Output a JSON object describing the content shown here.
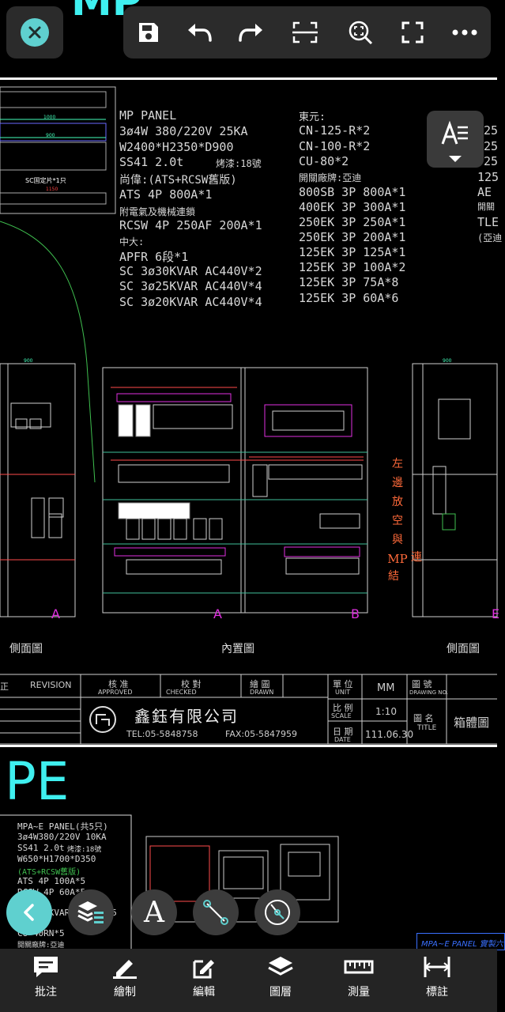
{
  "header_partial_title": "MP",
  "spec": {
    "left": [
      "MP PANEL",
      "3ø4W 380/220V 25KA",
      "W2400*H2350*D900",
      "SS41 2.0t",
      "尚偉:(ATS+RCSW舊版)",
      "ATS 4P 800A*1",
      "附電氣及機械連鎖",
      "RCSW 4P 250AF 200A*1",
      "中大:",
      "APFR 6段*1",
      "SC 3ø30KVAR AC440V*2",
      "SC 3ø25KVAR AC440V*4",
      "SC 3ø20KVAR AC440V*4"
    ],
    "thickness_note": "烤漆:18號",
    "right": [
      "東元:",
      "CN-125-R*2",
      "CN-100-R*2",
      "CU-80*2",
      "開關廠牌:亞迪",
      "800SB 3P 800A*1",
      "400EK 3P 300A*1",
      "250EK 3P 250A*1",
      "250EK 3P 200A*1",
      "125EK 3P 125A*1",
      "125EK 3P 100A*2",
      "125EK 3P 75A*8",
      "125EK 3P 60A*6"
    ],
    "far_right": [
      "25",
      "25",
      "25",
      "125",
      "AE",
      "開關",
      "TLE",
      "(亞迪"
    ]
  },
  "small_diagram": {
    "dim1": "1000",
    "dim2": "900",
    "label": "SC固定片*1只",
    "dim3": "1150"
  },
  "annotation_vertical": [
    "左",
    "邊",
    "放",
    "空",
    "與",
    "MP",
    "連",
    "結"
  ],
  "views": {
    "left_label": "側面圖",
    "center_label": "內置圖",
    "right_label": "側面圖",
    "dim_top": "900",
    "section_a": "A",
    "section_b": "B",
    "section_e": "E"
  },
  "title_block": {
    "revision": "REVISION",
    "zheng": "正",
    "approved_cn": "核 准",
    "approved_en": "APPROVED",
    "checked_cn": "校 對",
    "checked_en": "CHECKED",
    "drawn_cn": "繪 圖",
    "drawn_en": "DRAWN",
    "unit_cn": "單 位",
    "unit_en": "UNIT",
    "unit_val": "MM",
    "scale_cn": "比 例",
    "scale_en": "SCALE",
    "scale_val": "1:10",
    "date_cn": "日 期",
    "date_en": "DATE",
    "date_val": "111.06.30",
    "drawing_no_cn": "圖 號",
    "drawing_no_en": "DRAWING NO.",
    "title_cn": "圖 名",
    "title_en": "TITLE",
    "title_val": "箱體圖",
    "company": "鑫鈺有限公司",
    "tel": "TEL:05-5848758",
    "fax": "FAX:05-5847959"
  },
  "lower_sheet": {
    "big_title": "PE",
    "lines": [
      "MPA~E PANEL(共5只)",
      "3ø4W380/220V 10KA",
      "SS41 2.0t",
      "W650*H1700*D350",
      "(ATS+RCSW舊版)",
      "ATS 4P 100A*5",
      "RCSW 4P 60A*5",
      "SC 3ø5KVAR AC440V*5",
      "CU-40RN*5",
      "開關廠牌:亞迪"
    ],
    "thickness_note": "烤漆:18號",
    "caption": "MPA~E PANEL 實製六"
  },
  "toolbar": {
    "icons": [
      "save-icon",
      "undo-icon",
      "redo-icon",
      "scan-icon",
      "zoom-fit-icon",
      "fullscreen-icon",
      "more-icon"
    ]
  },
  "fab": {
    "back_icon": "chevron-left-icon",
    "items": [
      "layers-icon",
      "text-icon",
      "line-icon",
      "measure-icon"
    ],
    "text_glyph": "A"
  },
  "bottom_nav": [
    {
      "label": "批注",
      "icon": "comment-icon"
    },
    {
      "label": "繪制",
      "icon": "pencil-icon"
    },
    {
      "label": "編輯",
      "icon": "edit-icon"
    },
    {
      "label": "圖層",
      "icon": "layers-icon"
    },
    {
      "label": "測量",
      "icon": "ruler-icon"
    },
    {
      "label": "標註",
      "icon": "dimension-icon"
    }
  ],
  "colors": {
    "accent": "#5fd0cf",
    "toolbar_bg": "#2b2b2b",
    "nav_bg": "#242424",
    "magenta": "#e030e0",
    "cad_green": "#3fbf9a",
    "cad_red": "#ff4b4b"
  }
}
